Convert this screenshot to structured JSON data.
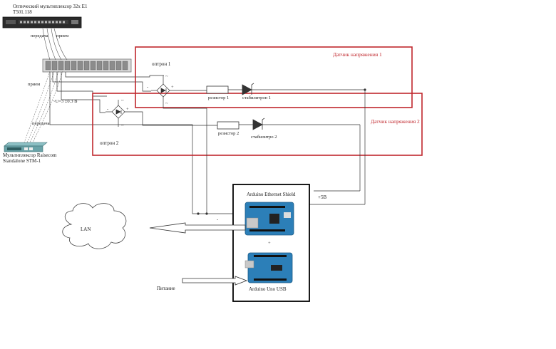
{
  "mux_top": {
    "title": "Оптический мультиплексор 32x E1",
    "model": "T501.118"
  },
  "mux_bottom": {
    "title": "Мультиплексор Raisecom",
    "model": "Standalone STM-1"
  },
  "link_labels": {
    "tx_top": "передача",
    "rx_top": "прием",
    "rx_left": "прием",
    "tx_left": "передача",
    "voltage": "~U=3 ±0.3 В"
  },
  "sensor1": {
    "title": "Датчик напряжения 1",
    "optocoupler": "оптрон 1",
    "resistor": "резистор 1",
    "zener": "стабилитрон 1"
  },
  "sensor2": {
    "title": "Датчик напряжения 2",
    "optocoupler": "оптрон 2",
    "resistor": "резистор 2",
    "zener": "стабилитро 2"
  },
  "bridge_pins": {
    "ac": "~",
    "plus": "+",
    "minus": "-"
  },
  "arduino": {
    "shield_label": "Arduino Ethernet Shield",
    "uno_label": "Arduino Uno USB",
    "plus5v": "+5В",
    "minus_mark": "-",
    "plus_mark": "+"
  },
  "network": {
    "lan": "LAN",
    "power": "Питание"
  },
  "colors": {
    "sensor_box": "#c0272d",
    "arduino_box": "#000000",
    "wire": "#333333",
    "board_blue": "#2c7fb8",
    "mux_body": "#2b2b2b",
    "mux2_body": "#6aa3a8"
  }
}
